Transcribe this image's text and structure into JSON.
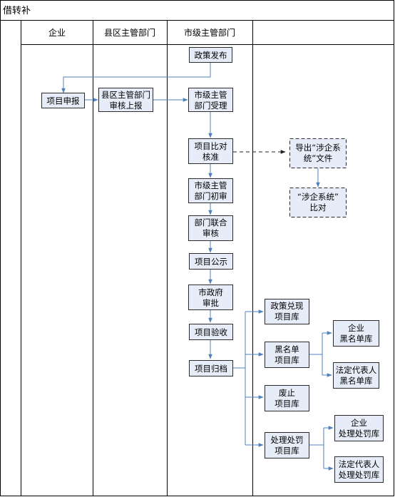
{
  "title": "借转补",
  "lanes": [
    "企业",
    "县区主管部门",
    "市级主管部门",
    ""
  ],
  "nodes": {
    "policy_release": [
      "政策发布"
    ],
    "project_apply": [
      "项目申报"
    ],
    "county_review": [
      "县区主管部门",
      "审核上报"
    ],
    "city_accept": [
      "市级主管",
      "部门受理"
    ],
    "project_compare": [
      "项目比对",
      "核准"
    ],
    "export_file": [
      "导出“涉企系",
      "统”文件"
    ],
    "system_compare": [
      "“涉企系统”",
      "比对"
    ],
    "city_first_review": [
      "市级主管",
      "部门初审"
    ],
    "joint_review": [
      "部门联合",
      "审核"
    ],
    "project_publicity": [
      "项目公示"
    ],
    "gov_approval": [
      "市政府",
      "审批"
    ],
    "project_acceptance": [
      "项目验收"
    ],
    "project_archive": [
      "项目归档"
    ],
    "policy_fulfill_db": [
      "政策兑现",
      "项目库"
    ],
    "blacklist_db": [
      "黑名单",
      "项目库"
    ],
    "enterprise_blacklist": [
      "企业",
      "黑名单库"
    ],
    "legal_rep_blacklist": [
      "法定代表人",
      "黑名单库"
    ],
    "abolish_db": [
      "废止",
      "项目库"
    ],
    "penalty_db": [
      "处理处罚",
      "项目库"
    ],
    "enterprise_penalty": [
      "企业",
      "处理处罚库"
    ],
    "legal_rep_penalty": [
      "法定代表人",
      "处理处罚库"
    ]
  },
  "colors": {
    "box_fill": "#e6edf8",
    "box_border": "#2b2b2b",
    "arrow": "#4f81bd",
    "lane_border": "#000000",
    "background": "#ffffff"
  }
}
